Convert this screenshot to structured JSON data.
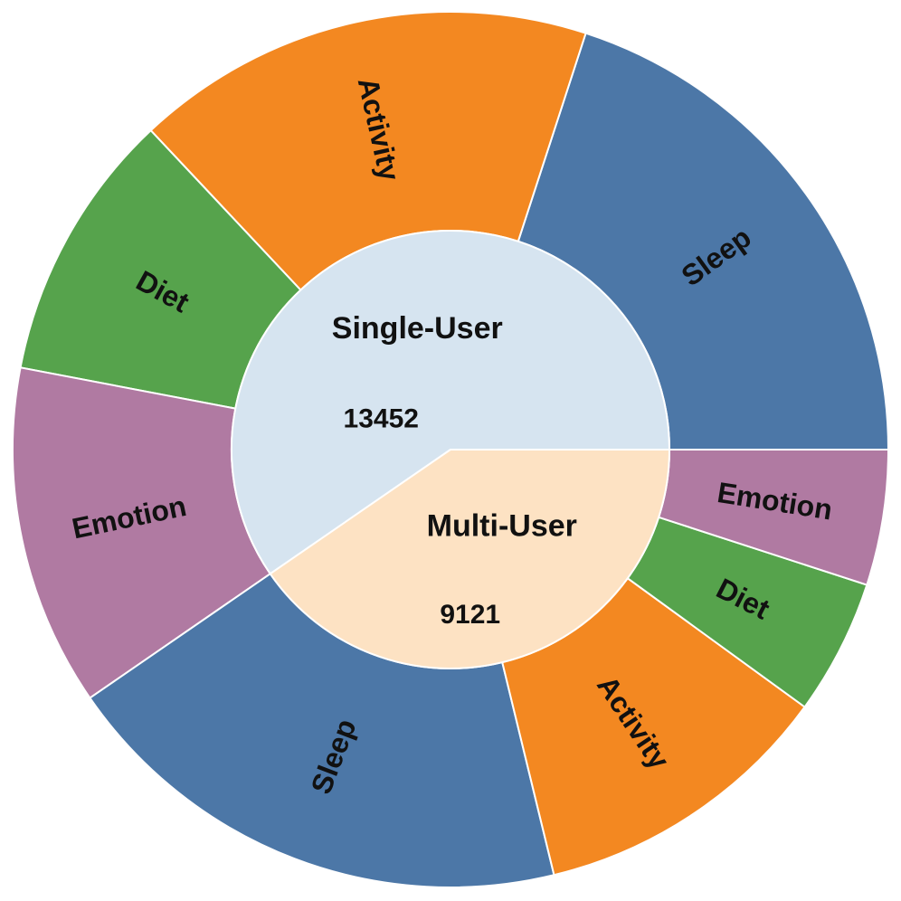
{
  "chart_data": {
    "type": "sunburst",
    "start_angle_deg": 0,
    "direction": "counterclockwise",
    "groups": [
      {
        "name": "Single-User",
        "total": "13452",
        "share": 0.596,
        "color": "#d6e4f0",
        "children": [
          {
            "name": "Sleep",
            "share": 0.2,
            "color": "#4c77a7"
          },
          {
            "name": "Activity",
            "share": 0.17,
            "color": "#f38821"
          },
          {
            "name": "Diet",
            "share": 0.1,
            "color": "#56a34c"
          },
          {
            "name": "Emotion",
            "share": 0.126,
            "color": "#b07aa2"
          }
        ]
      },
      {
        "name": "Multi-User",
        "total": "9121",
        "share": 0.404,
        "color": "#fde2c3",
        "children": [
          {
            "name": "Sleep",
            "share": 0.192,
            "color": "#4c77a7"
          },
          {
            "name": "Activity",
            "share": 0.112,
            "color": "#f38821"
          },
          {
            "name": "Diet",
            "share": 0.05,
            "color": "#56a34c"
          },
          {
            "name": "Emotion",
            "share": 0.05,
            "color": "#b07aa2"
          }
        ]
      }
    ]
  }
}
